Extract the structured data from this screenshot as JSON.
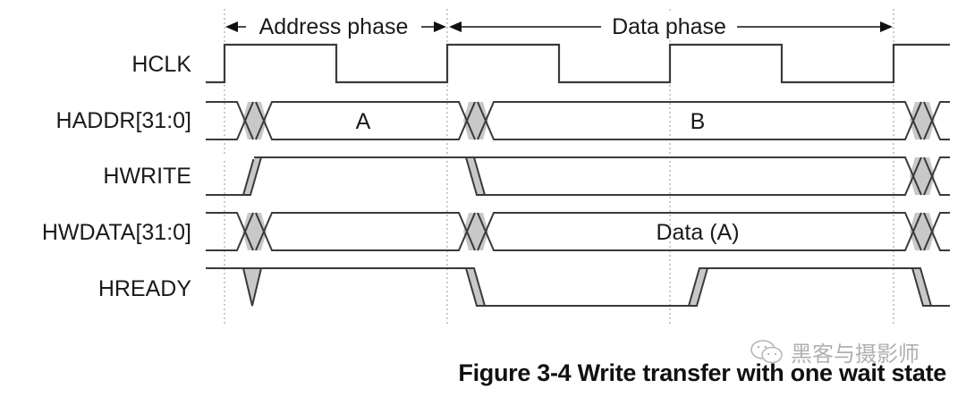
{
  "diagram": {
    "type": "timing-diagram",
    "phases": [
      {
        "label": "Address phase",
        "from_edge": 0,
        "to_edge": 1
      },
      {
        "label": "Data phase",
        "from_edge": 1,
        "to_edge": 3
      }
    ],
    "clock_cycles": 4,
    "signals": [
      {
        "name": "HCLK",
        "kind": "clock"
      },
      {
        "name": "HADDR[31:0]",
        "kind": "bus",
        "values": [
          "A",
          "B"
        ]
      },
      {
        "name": "HWRITE",
        "kind": "control"
      },
      {
        "name": "HWDATA[31:0]",
        "kind": "bus",
        "values": [
          "Data (A)"
        ]
      },
      {
        "name": "HREADY",
        "kind": "control"
      }
    ],
    "colors": {
      "line": "#3a3a3a",
      "transition_fill": "#c8c8c8",
      "guide": "#a0a0a0"
    }
  },
  "labels": {
    "hclk": "HCLK",
    "haddr": "HADDR[31:0]",
    "hwrite": "HWRITE",
    "hwdata": "HWDATA[31:0]",
    "hready": "HREADY",
    "addr_phase": "Address phase",
    "data_phase": "Data phase",
    "haddr_a": "A",
    "haddr_b": "B",
    "hwdata_a": "Data (A)"
  },
  "caption": "Figure 3-4 Write transfer with one wait state",
  "watermark": {
    "icon": "wechat-icon",
    "text": "黑客与摄影师"
  }
}
